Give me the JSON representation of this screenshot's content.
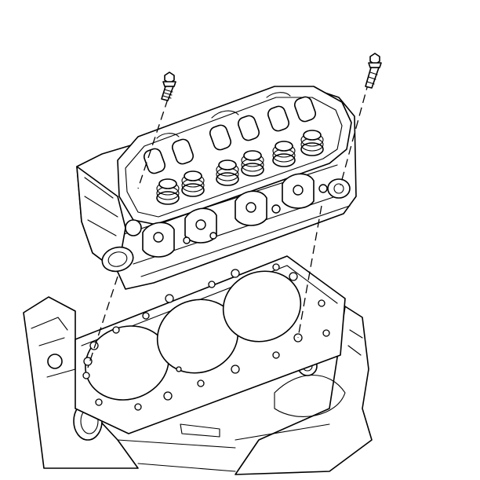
{
  "figure": {
    "colors": {
      "line": "#000000",
      "background": "#ffffff"
    },
    "parts": [
      "cylinder-head",
      "head-bolt",
      "head-bolt",
      "head-gasket",
      "engine-block"
    ]
  }
}
